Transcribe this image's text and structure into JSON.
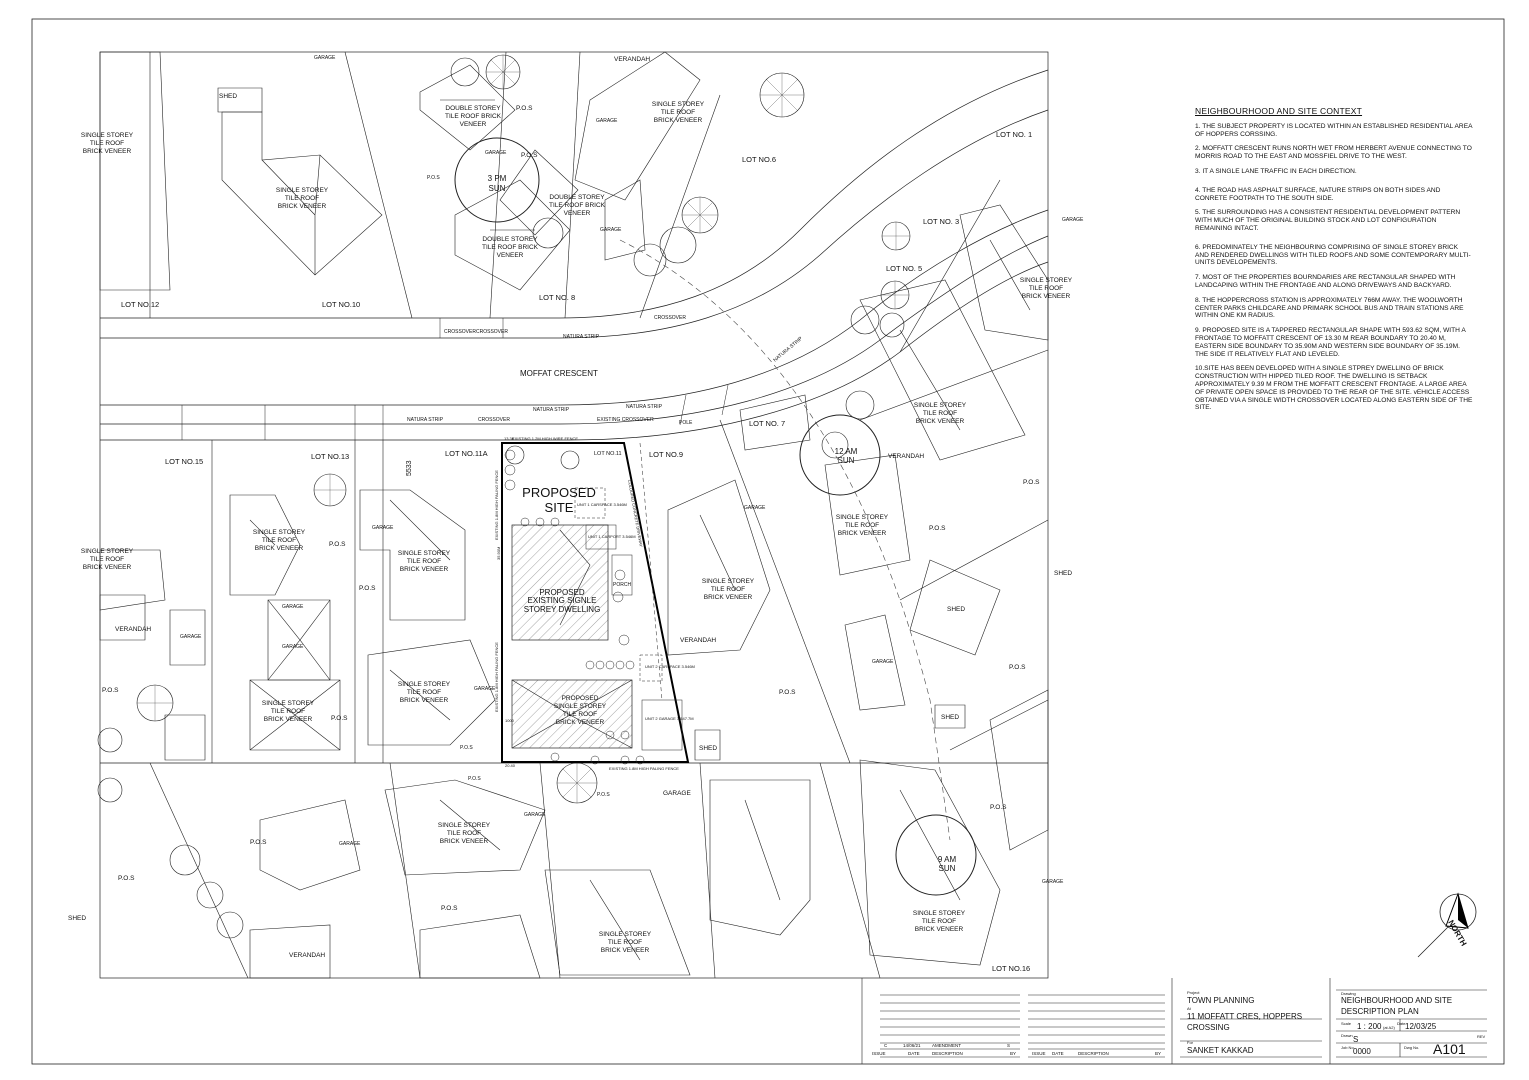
{
  "sheet": {
    "lots": {
      "lot1": "LOT NO. 1",
      "lot3": "LOT NO. 3",
      "lot5": "LOT NO. 5",
      "lot6": "LOT NO.6",
      "lot7": "LOT NO. 7",
      "lot8": "LOT NO. 8",
      "lot9": "LOT NO.9",
      "lot10": "LOT NO.10",
      "lot11a": "LOT NO.11A",
      "lot12": "LOT NO.12",
      "lot13": "LOT NO.13",
      "lot15": "LOT NO.15",
      "lot16": "LOT NO.16",
      "lot11": "LOT NO.11"
    },
    "street": "MOFFAT CRESCENT",
    "labels": {
      "shed": "SHED",
      "garage": "GARAGE",
      "verandah": "VERANDAH",
      "pos": "P.O.S",
      "single1": "SINGLE STOREY",
      "single2": "TILE ROOF",
      "single3": "BRICK VENEER",
      "double1": "DOUBLE STOREY",
      "double2": "TILE ROOF BRICK",
      "double3": "VENEER",
      "natura": "NATURA STRIP",
      "crossover": "CROSSOVER",
      "existing_crossover": "EXISTING CROSSOVER",
      "pole": "POLE",
      "porch": "PORCH"
    },
    "sun": {
      "pm": "3 PM",
      "am12": "12 AM",
      "am9": "9 AM",
      "word": "SUN"
    },
    "site": {
      "proposed": "PROPOSED",
      "site": "SITE",
      "existing1": "PROPOSED",
      "existing2": "EXISTING SIGNLE",
      "existing3": "STOREY  DWELLING",
      "new1": "PROPOSED",
      "new2": "SINGLE STOREY",
      "new3": "TILE ROOF",
      "new4": "BRICK VENEER",
      "unit1_carspace": "UNIT 1 CARSPACE 3.546M",
      "unit1_carport": "UNIT 1 CARPORT 3.546M",
      "unit2_carspace": "UNIT 2 CARSPACE 3.546M",
      "unit2_garage": "UNIT 2 GARAGE 3.547.7M",
      "fence_top": "EXISTING 1.2M HIGH WIRE FENCE",
      "fence_bottom": "EXISTING 1.8M HIGH PALING FENCE",
      "fence_left": "EXISTING 1.8M HIGH PALING FENCE",
      "driveway": "COLOURED CONCRETE DRIVEWAY",
      "dim_5533": "5533",
      "dim_1336": "13.36",
      "dim_2040": "20.40",
      "dim_3590": "35.90M",
      "dim_3519": "35.19M",
      "dim_1000": "1000"
    },
    "north": "NORTH"
  },
  "notes": {
    "title": "NEIGHBOURHOOD AND  SITE CONTEXT",
    "items": [
      "1. THE SUBJECT PROPERTY IS LOCATED WITHIN AN ESTABLISHED RESIDENTIAL AREA OF HOPPERS CORSSING.",
      "2. MOFFATT CRESCENT RUNS NORTH WET FROM HERBERT AVENUE CONNECTING TO MORRIS ROAD TO THE EAST AND MOSSFIEL DRIVE TO THE WEST.",
      "3. IT A SINGLE LANE TRAFFIC IN EACH DIRECTION.",
      "4. THE ROAD HAS ASPHALT SURFACE, NATURE STRIPS ON BOTH SIDES AND CONRETE FOOTPATH TO THE SOUTH SIDE.",
      "5. THE SURROUNDING HAS A CONSISTENT RESIDENTIAL DEVELOPMENT PATTERN WITH MUCH OF THE ORIGINAL BUILDING STOCK AND LOT CONFIGURATION REMAINING INTACT.",
      "6. PREDOMINATELY THE NEIGHBOURING COMPRISING OF SINGLE STOREY BRICK AND RENDERED DWELLINGS WITH TILED ROOFS AND SOME CONTEMPORARY MULTI- UNITS DEVELOPEMENTS.",
      "7. MOST OF THE PROPERTIES BOURNDARIES ARE RECTANGULAR SHAPED WITH LANDCAPING WITHIN THE FRONTAGE AND ALONG DRIVEWAYS AND BACKYARD.",
      "8. THE HOPPERCROSS STATION IS APPROXIMATELY 766M AWAY. THE WOOLWORTH CENTER PARKS CHILDCARE AND PRIMARK SCHOOL BUS AND TRAIN STATIONS ARE WITHIN ONE KM RADIUS.",
      " 9. PROPOSED SITE IS A TAPPERED RECTANGULAR SHAPE WITH 593.62 SQM, WITH A FRONTAGE TO MOFFATT CRESCENT OF 13.30 M REAR BOUNDARY TO 20.40 M, EASTERN SIDE BOUNDARY TO 35.90M  AND WESTERN SIDE BOUNDARY OF 35.19M. THE SIDE IT RELATIVELY FLAT AND LEVELED.",
      "10.SITE HAS BEEN DEVELOPED WITH A SINGLE STPREY DWELLING OF BRICK CONSTRUCTION WITH HIPPED TILED ROOF. THE DWELLING IS SETBACK APPROXIMATELY 9.39 M FROM THE MOFFATT CRESCENT FRONTAGE. A LARGE AREA OF PRIVATE OPEN SPACE IS PROVIDED TO THE REAR OF THE SITE. vEHICLE ACCESS OBTAINED VIA A SINGLE WIDTH CROSSOVER LOCATED ALONG EASTERN SIDE OF THE SITE."
    ]
  },
  "title_block": {
    "rev_row": {
      "issue": "C",
      "date": "14/06/21",
      "desc": "AMENDMENT",
      "by": "S"
    },
    "headers": {
      "issue": "ISSUE",
      "date": "DATE",
      "desc": "DESCRIPTION",
      "by": "BY"
    },
    "project_caption": "Project",
    "project": "TOWN PLANNING",
    "at_caption": "At",
    "address1": "11 MOFFATT CRES, HOPPERS",
    "address2": "CROSSING",
    "for_caption": "For",
    "client": "SANKET KAKKAD",
    "drawing_caption": "Drawing",
    "drawing1": "NEIGHBOURHOOD AND SITE",
    "drawing2": "DESCRIPTION PLAN",
    "scale_caption": "Scale",
    "scale": "1 : 200",
    "size": "(at A2)",
    "date_caption": "Date",
    "date": "12/03/25",
    "drawn_caption": "Drawn",
    "drawn": "S",
    "rev_caption": "REV",
    "job_caption": "Job No.",
    "job": "0000",
    "dwg_caption": "Dwg No.",
    "dwg": "A101"
  }
}
